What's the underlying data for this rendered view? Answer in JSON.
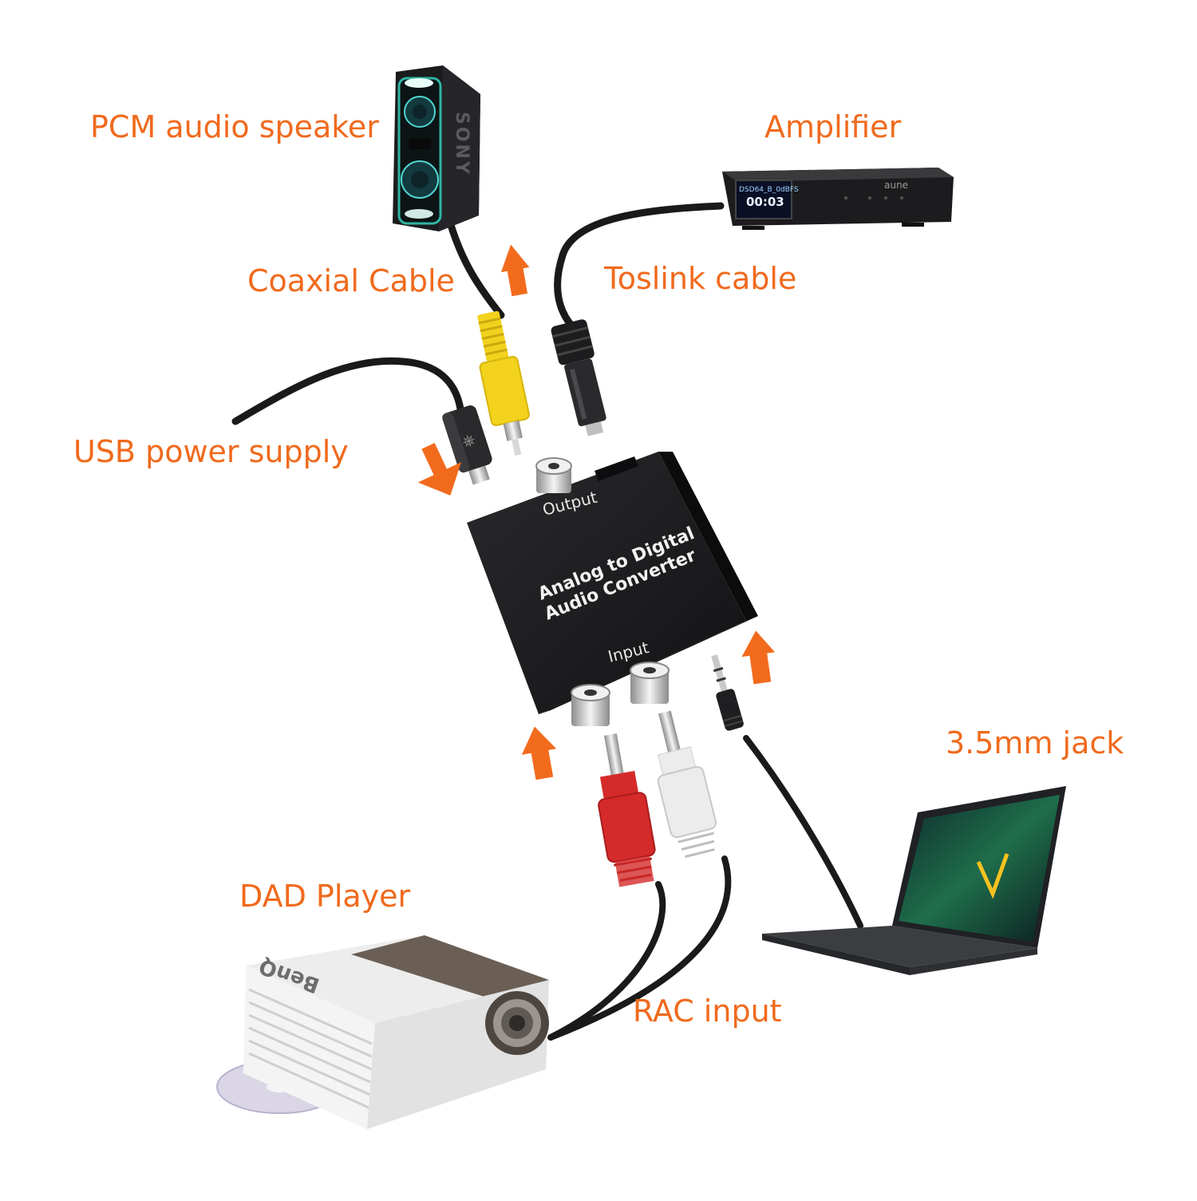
{
  "labels": {
    "speaker": "PCM audio speaker",
    "amplifier": "Amplifier",
    "coaxial": "Coaxial Cable",
    "toslink": "Toslink cable",
    "usb": "USB power supply",
    "jack": "3.5mm jack",
    "dad": "DAD Player",
    "rac": "RAC input"
  },
  "converter": {
    "line1": "Analog to Digital",
    "line2": "Audio Converter",
    "output": "Output",
    "input": "Input"
  },
  "brands": {
    "speaker": "SONY",
    "amplifier": "aune",
    "projector": "BenQ"
  },
  "amp_display": {
    "top": "DSD64_B_0dBFS",
    "time": "00:03"
  },
  "colors": {
    "label": "#f06a1d",
    "arrow": "#f26b1d",
    "device_dark": "#1b1b1d",
    "rca_red": "#d52a2a",
    "rca_white": "#ececec",
    "rca_yellow": "#f2d21c"
  }
}
